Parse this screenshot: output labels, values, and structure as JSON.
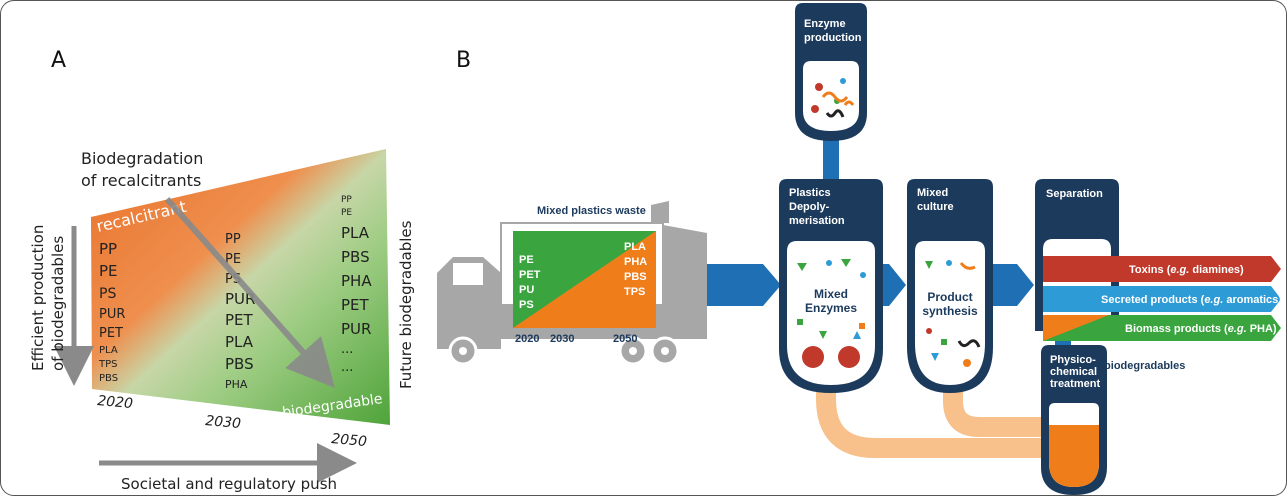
{
  "panel_a": {
    "label": "A",
    "arrow_text_line1": "Biodegradation",
    "arrow_text_line2": "of recalcitrants",
    "recalcitrant_label": "recalcitrant",
    "biodegradable_label": "biodegradable",
    "left_axis_line1": "Efficient production",
    "left_axis_line2": "of biodegradables",
    "right_axis_label": "Future biodegradables",
    "bottom_axis_label": "Societal and regulatory push",
    "years": [
      "2020",
      "2030",
      "2050"
    ],
    "column_2020": [
      "PP",
      "PE",
      "PS",
      "PUR",
      "PET",
      "PLA",
      "TPS",
      "PBS"
    ],
    "column_2030": [
      "PP",
      "PE",
      "PS",
      "PUR",
      "PET",
      "PLA",
      "PBS",
      "PHA"
    ],
    "column_2050": [
      "PP",
      "PE",
      "PLA",
      "PBS",
      "PHA",
      "PET",
      "PUR",
      "...",
      "..."
    ],
    "colors": {
      "orange": "#e8712a",
      "green": "#5fb043",
      "arrow_grey": "#8a8a8a"
    }
  },
  "panel_b": {
    "label": "B",
    "truck_title": "Mixed plastics waste",
    "truck_left": [
      "PE",
      "PET",
      "PU",
      "PS"
    ],
    "truck_right": [
      "PLA",
      "PHA",
      "PBS",
      "TPS"
    ],
    "truck_years": [
      "2020",
      "2030",
      "2050"
    ],
    "enzyme_production_line1": "Enzyme",
    "enzyme_production_line2": "production",
    "depoly_line1": "Plastics",
    "depoly_line2": "Depoly-",
    "depoly_line3": "merisation",
    "mixed_enzymes_line1": "Mixed",
    "mixed_enzymes_line2": "Enzymes",
    "mixed_culture_line1": "Mixed",
    "mixed_culture_line2": "culture",
    "product_synth_line1": "Product",
    "product_synth_line2": "synthesis",
    "separation": "Separation",
    "toxins_text": "Toxins (",
    "toxins_eg": "e.g.",
    "toxins_rest": " diamines)",
    "secreted_text": "Secreted products (",
    "secreted_eg": "e.g.",
    "secreted_rest": " aromatics)",
    "biomass_text": "Biomass products (",
    "biomass_eg": "e.g.",
    "biomass_rest": " PHA)",
    "non_biodegradables": "Non-biodegradables",
    "physico_line1": "Physico-",
    "physico_line2": "chemical",
    "physico_line3": "treatment",
    "colors": {
      "navy": "#1c3a5c",
      "blue": "#1f6fb5",
      "red": "#c0392b",
      "cyan": "#2d9bd6",
      "green": "#3aa53f",
      "orange": "#ef7d1a",
      "pipe": "#f8c08a",
      "truck": "#a7a7a7"
    }
  }
}
